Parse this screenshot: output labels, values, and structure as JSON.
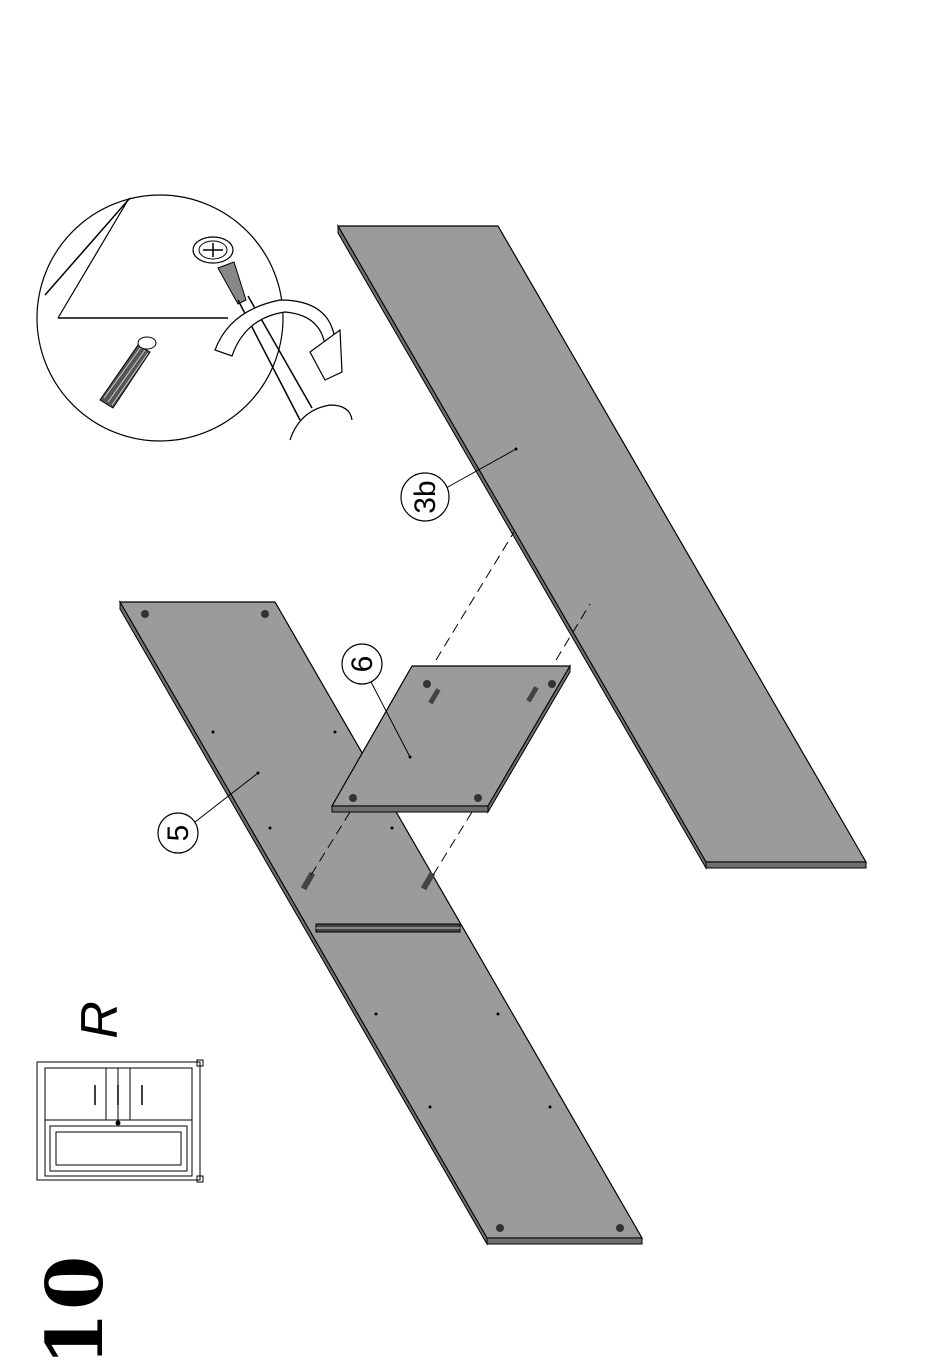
{
  "step": {
    "number": "10"
  },
  "side": {
    "letter": "R"
  },
  "callouts": [
    {
      "id": "part-5",
      "label": "5"
    },
    {
      "id": "part-6",
      "label": "6"
    },
    {
      "id": "part-3b",
      "label": "3b"
    }
  ],
  "colors": {
    "panel": "#9b9b9b",
    "panel_edge": "#7a7a7a",
    "line": "#000000",
    "background": "#ffffff"
  },
  "icons": [
    "screwdriver-icon",
    "dowel-icon",
    "cam-lock-icon",
    "rotate-arrow-icon",
    "cabinet-thumbnail-icon"
  ]
}
